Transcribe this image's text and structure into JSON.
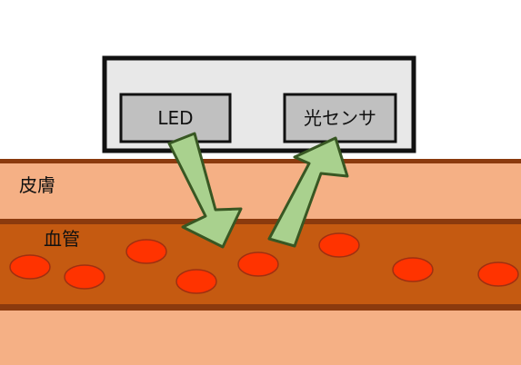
{
  "device": {
    "led_label": "LED",
    "sensor_label": "光センサ"
  },
  "layers": {
    "skin_label": "皮膚",
    "vessel_label": "血管"
  },
  "colors": {
    "skin": "#f5b085",
    "skin_border": "#8b3a0e",
    "vessel": "#c55a11",
    "cell_fill": "#ff3300",
    "cell_stroke": "#a03010",
    "device_fill": "#e8e8e8",
    "component_fill": "#c0c0c0",
    "arrow_fill": "#a9d18e",
    "arrow_stroke": "#385723"
  }
}
